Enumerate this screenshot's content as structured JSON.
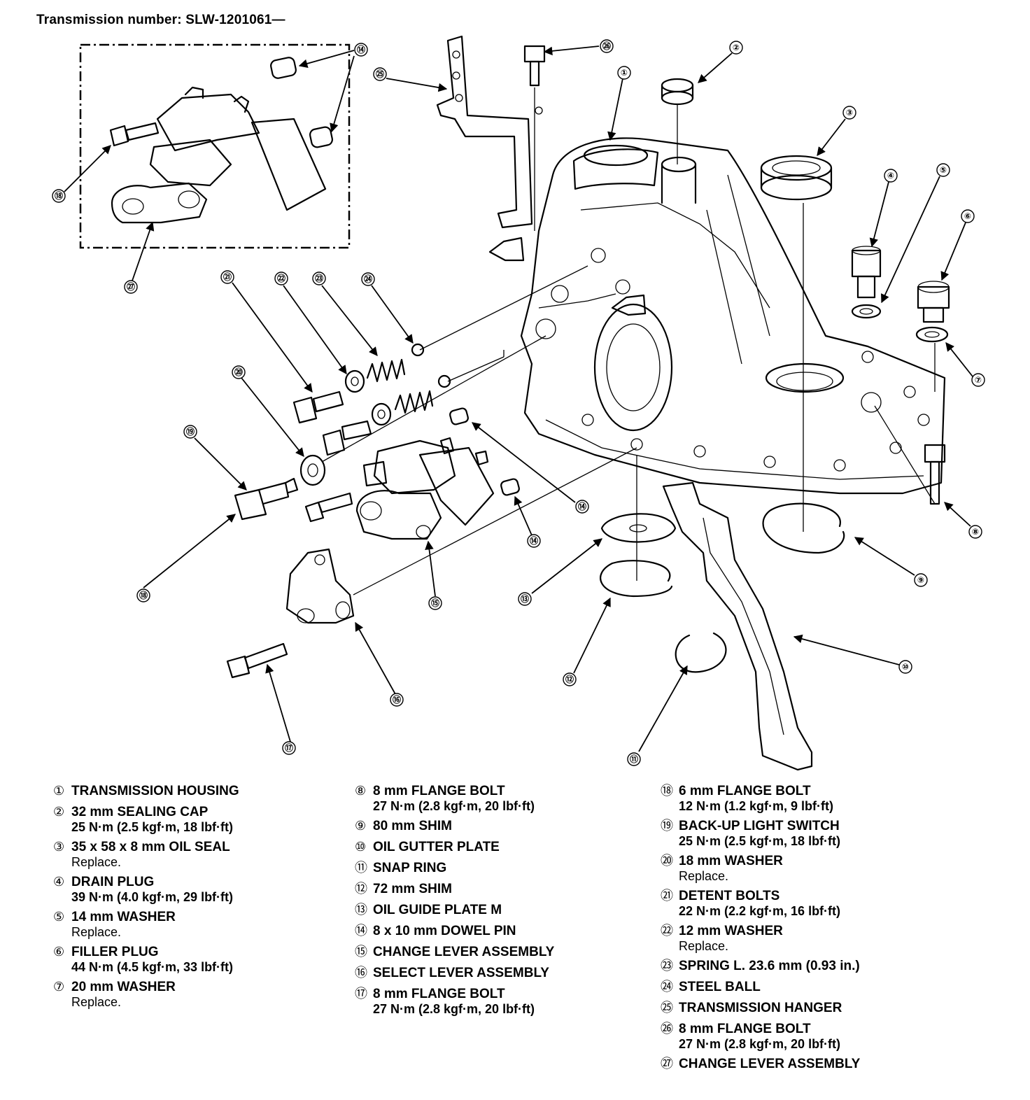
{
  "header": {
    "transmission_number": "Transmission number: SLW-1201061—"
  },
  "callouts": [
    "①",
    "②",
    "③",
    "④",
    "⑤",
    "⑥",
    "⑦",
    "⑧",
    "⑨",
    "⑩",
    "⑪",
    "⑫",
    "⑬",
    "⑭",
    "⑮",
    "⑯",
    "⑰",
    "⑱",
    "⑲",
    "⑳",
    "㉑",
    "㉒",
    "㉓",
    "㉔",
    "㉕",
    "㉖",
    "㉗"
  ],
  "legend": [
    [
      {
        "num": "①",
        "name": "TRANSMISSION HOUSING"
      },
      {
        "num": "②",
        "name": "32 mm SEALING CAP",
        "detail": "25 N·m (2.5 kgf·m, 18 lbf·ft)"
      },
      {
        "num": "③",
        "name": "35 x 58 x 8 mm OIL SEAL",
        "note": "Replace."
      },
      {
        "num": "④",
        "name": "DRAIN PLUG",
        "detail": "39 N·m (4.0 kgf·m, 29 lbf·ft)"
      },
      {
        "num": "⑤",
        "name": "14 mm WASHER",
        "note": "Replace."
      },
      {
        "num": "⑥",
        "name": "FILLER PLUG",
        "detail": "44 N·m (4.5 kgf·m, 33 lbf·ft)"
      },
      {
        "num": "⑦",
        "name": "20 mm WASHER",
        "note": "Replace."
      }
    ],
    [
      {
        "num": "⑧",
        "name": "8 mm FLANGE BOLT",
        "detail": "27 N·m (2.8 kgf·m, 20 lbf·ft)"
      },
      {
        "num": "⑨",
        "name": "80 mm SHIM"
      },
      {
        "num": "⑩",
        "name": "OIL GUTTER PLATE"
      },
      {
        "num": "⑪",
        "name": "SNAP RING"
      },
      {
        "num": "⑫",
        "name": "72 mm SHIM"
      },
      {
        "num": "⑬",
        "name": "OIL GUIDE PLATE M"
      },
      {
        "num": "⑭",
        "name": "8 x 10 mm DOWEL PIN"
      },
      {
        "num": "⑮",
        "name": "CHANGE LEVER ASSEMBLY"
      },
      {
        "num": "⑯",
        "name": "SELECT LEVER ASSEMBLY"
      },
      {
        "num": "⑰",
        "name": "8 mm FLANGE BOLT",
        "detail": "27 N·m (2.8 kgf·m, 20 lbf·ft)"
      }
    ],
    [
      {
        "num": "⑱",
        "name": "6 mm FLANGE BOLT",
        "detail": "12 N·m (1.2 kgf·m, 9 lbf·ft)"
      },
      {
        "num": "⑲",
        "name": "BACK-UP LIGHT SWITCH",
        "detail": "25 N·m (2.5 kgf·m, 18 lbf·ft)"
      },
      {
        "num": "⑳",
        "name": "18 mm WASHER",
        "note": "Replace."
      },
      {
        "num": "㉑",
        "name": "DETENT BOLTS",
        "detail": "22 N·m (2.2 kgf·m, 16 lbf·ft)"
      },
      {
        "num": "㉒",
        "name": "12 mm WASHER",
        "note": "Replace."
      },
      {
        "num": "㉓",
        "name": "SPRING L. 23.6 mm (0.93 in.)"
      },
      {
        "num": "㉔",
        "name": "STEEL BALL"
      },
      {
        "num": "㉕",
        "name": "TRANSMISSION HANGER"
      },
      {
        "num": "㉖",
        "name": "8 mm FLANGE BOLT",
        "detail": "27 N·m (2.8 kgf·m, 20 lbf·ft)"
      },
      {
        "num": "㉗",
        "name": "CHANGE LEVER ASSEMBLY"
      }
    ]
  ]
}
